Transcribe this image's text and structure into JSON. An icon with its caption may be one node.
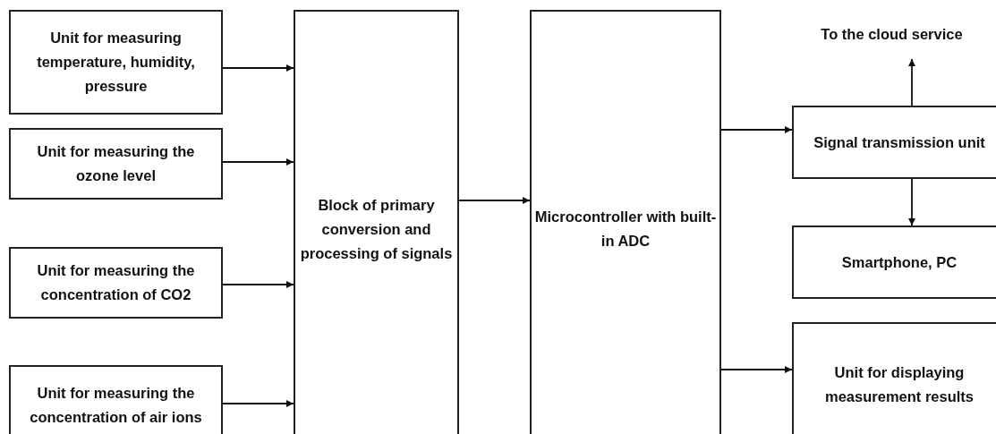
{
  "diagram": {
    "nodes": [
      {
        "text": [
          "Unit for measuring temperature, humidity, pressure"
        ]
      },
      {
        "text": [
          "Unit for measuring the ozone level"
        ]
      },
      {
        "text": [
          "Unit for measuring the concentration of CO2"
        ]
      },
      {
        "text": [
          "Unit for measuring the concentration of air ions"
        ]
      },
      {
        "text": [
          "Block of primary conversion and processing of signals"
        ]
      },
      {
        "text": [
          "Microcontroller with built-in ADC"
        ]
      },
      {
        "text": [
          "To the cloud service"
        ]
      },
      {
        "text": [
          "Signal transmission unit"
        ]
      },
      {
        "text": [
          "Smartphone, PC"
        ]
      },
      {
        "text": [
          "Unit for displaying measurement results"
        ]
      }
    ],
    "edges": [
      {
        "from": 0,
        "to": 4,
        "arrow": "to"
      },
      {
        "from": 1,
        "to": 4,
        "arrow": "to"
      },
      {
        "from": 2,
        "to": 4,
        "arrow": "to"
      },
      {
        "from": 3,
        "to": 4,
        "arrow": "to"
      },
      {
        "from": 4,
        "to": 5,
        "arrow": "to"
      },
      {
        "from": 5,
        "to": 7,
        "arrow": "to"
      },
      {
        "from": 5,
        "to": 9,
        "arrow": "to"
      },
      {
        "from": 7,
        "to": 6,
        "arrow": "to"
      },
      {
        "from": 7,
        "to": 8,
        "arrow": "to"
      }
    ]
  }
}
